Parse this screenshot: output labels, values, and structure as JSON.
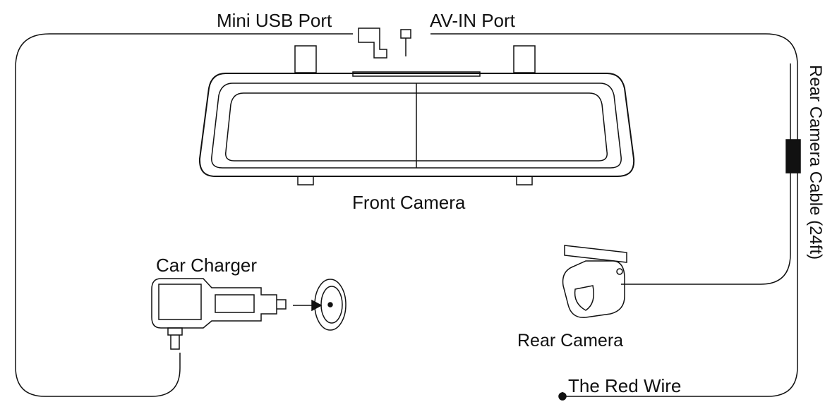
{
  "labels": {
    "mini_usb": "Mini USB Port",
    "av_in": "AV-IN Port",
    "front_camera": "Front Camera",
    "car_charger": "Car Charger",
    "rear_camera": "Rear Camera",
    "red_wire": "The Red Wire",
    "rear_cable": "Rear Camera Cable (24ft)"
  }
}
